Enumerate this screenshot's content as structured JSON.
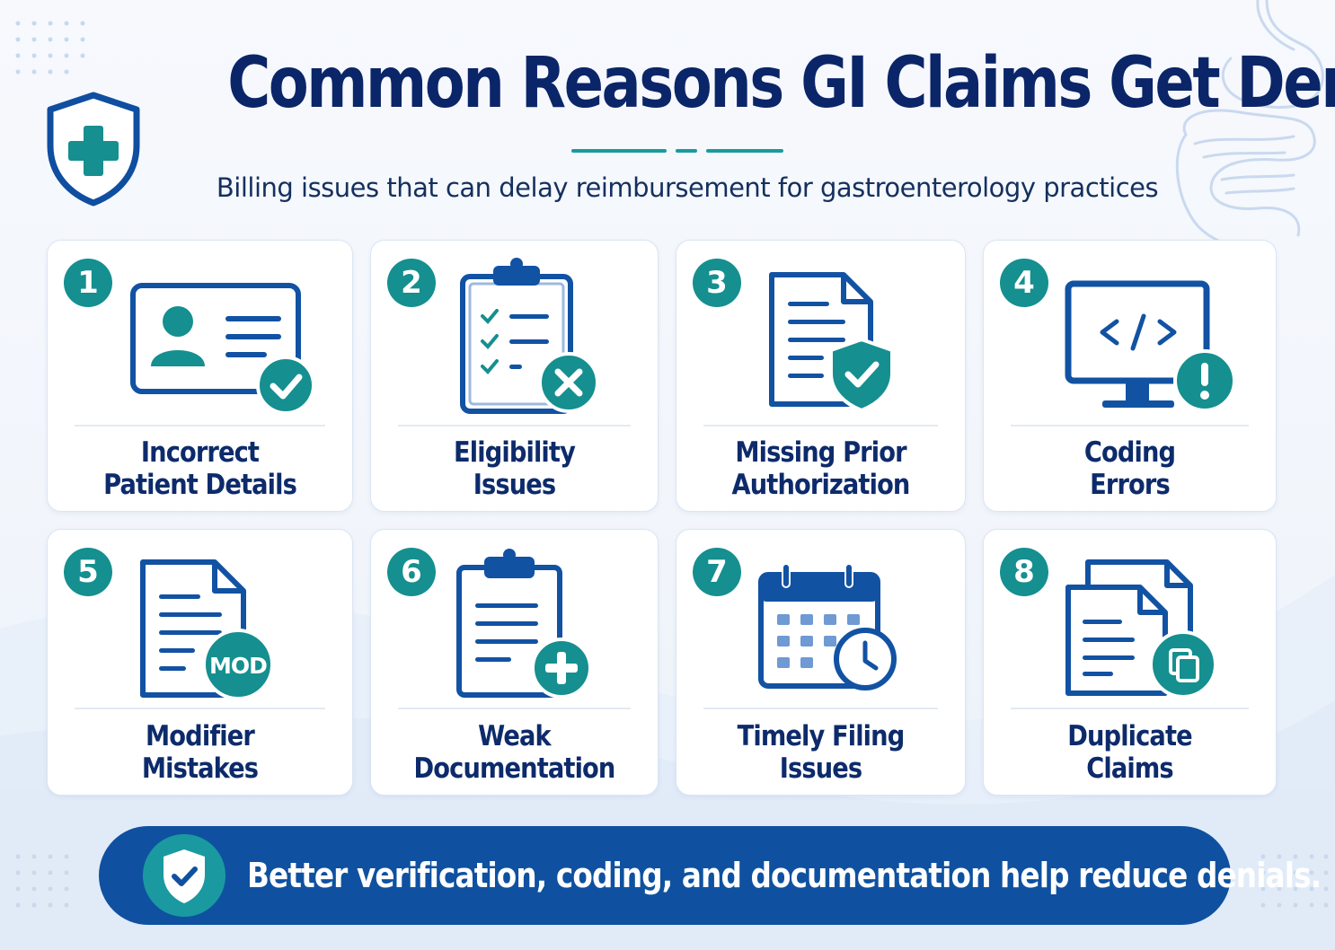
{
  "header": {
    "title": "Common Reasons GI Claims Get Denied",
    "subtitle": "Billing issues that can delay reimbursement for gastroenterology practices"
  },
  "cards": [
    {
      "number": "1",
      "label_line1": "Incorrect",
      "label_line2": "Patient Details",
      "icon": "id-card-check-icon"
    },
    {
      "number": "2",
      "label_line1": "Eligibility",
      "label_line2": "Issues",
      "icon": "clipboard-x-icon"
    },
    {
      "number": "3",
      "label_line1": "Missing Prior",
      "label_line2": "Authorization",
      "icon": "document-shield-icon"
    },
    {
      "number": "4",
      "label_line1": "Coding",
      "label_line2": "Errors",
      "icon": "monitor-code-alert-icon"
    },
    {
      "number": "5",
      "label_line1": "Modifier",
      "label_line2": "Mistakes",
      "icon": "document-mod-icon",
      "icon_text": "MOD"
    },
    {
      "number": "6",
      "label_line1": "Weak",
      "label_line2": "Documentation",
      "icon": "clipboard-plus-icon"
    },
    {
      "number": "7",
      "label_line1": "Timely Filing",
      "label_line2": "Issues",
      "icon": "calendar-clock-icon"
    },
    {
      "number": "8",
      "label_line1": "Duplicate",
      "label_line2": "Claims",
      "icon": "duplicate-documents-icon"
    }
  ],
  "banner": {
    "text": "Better verification, coding, and documentation help reduce denials.",
    "icon": "shield-check-icon"
  },
  "colors": {
    "navy": "#0b2569",
    "blue": "#1252a3",
    "teal": "#158f8f",
    "banner": "#0f51a0"
  }
}
